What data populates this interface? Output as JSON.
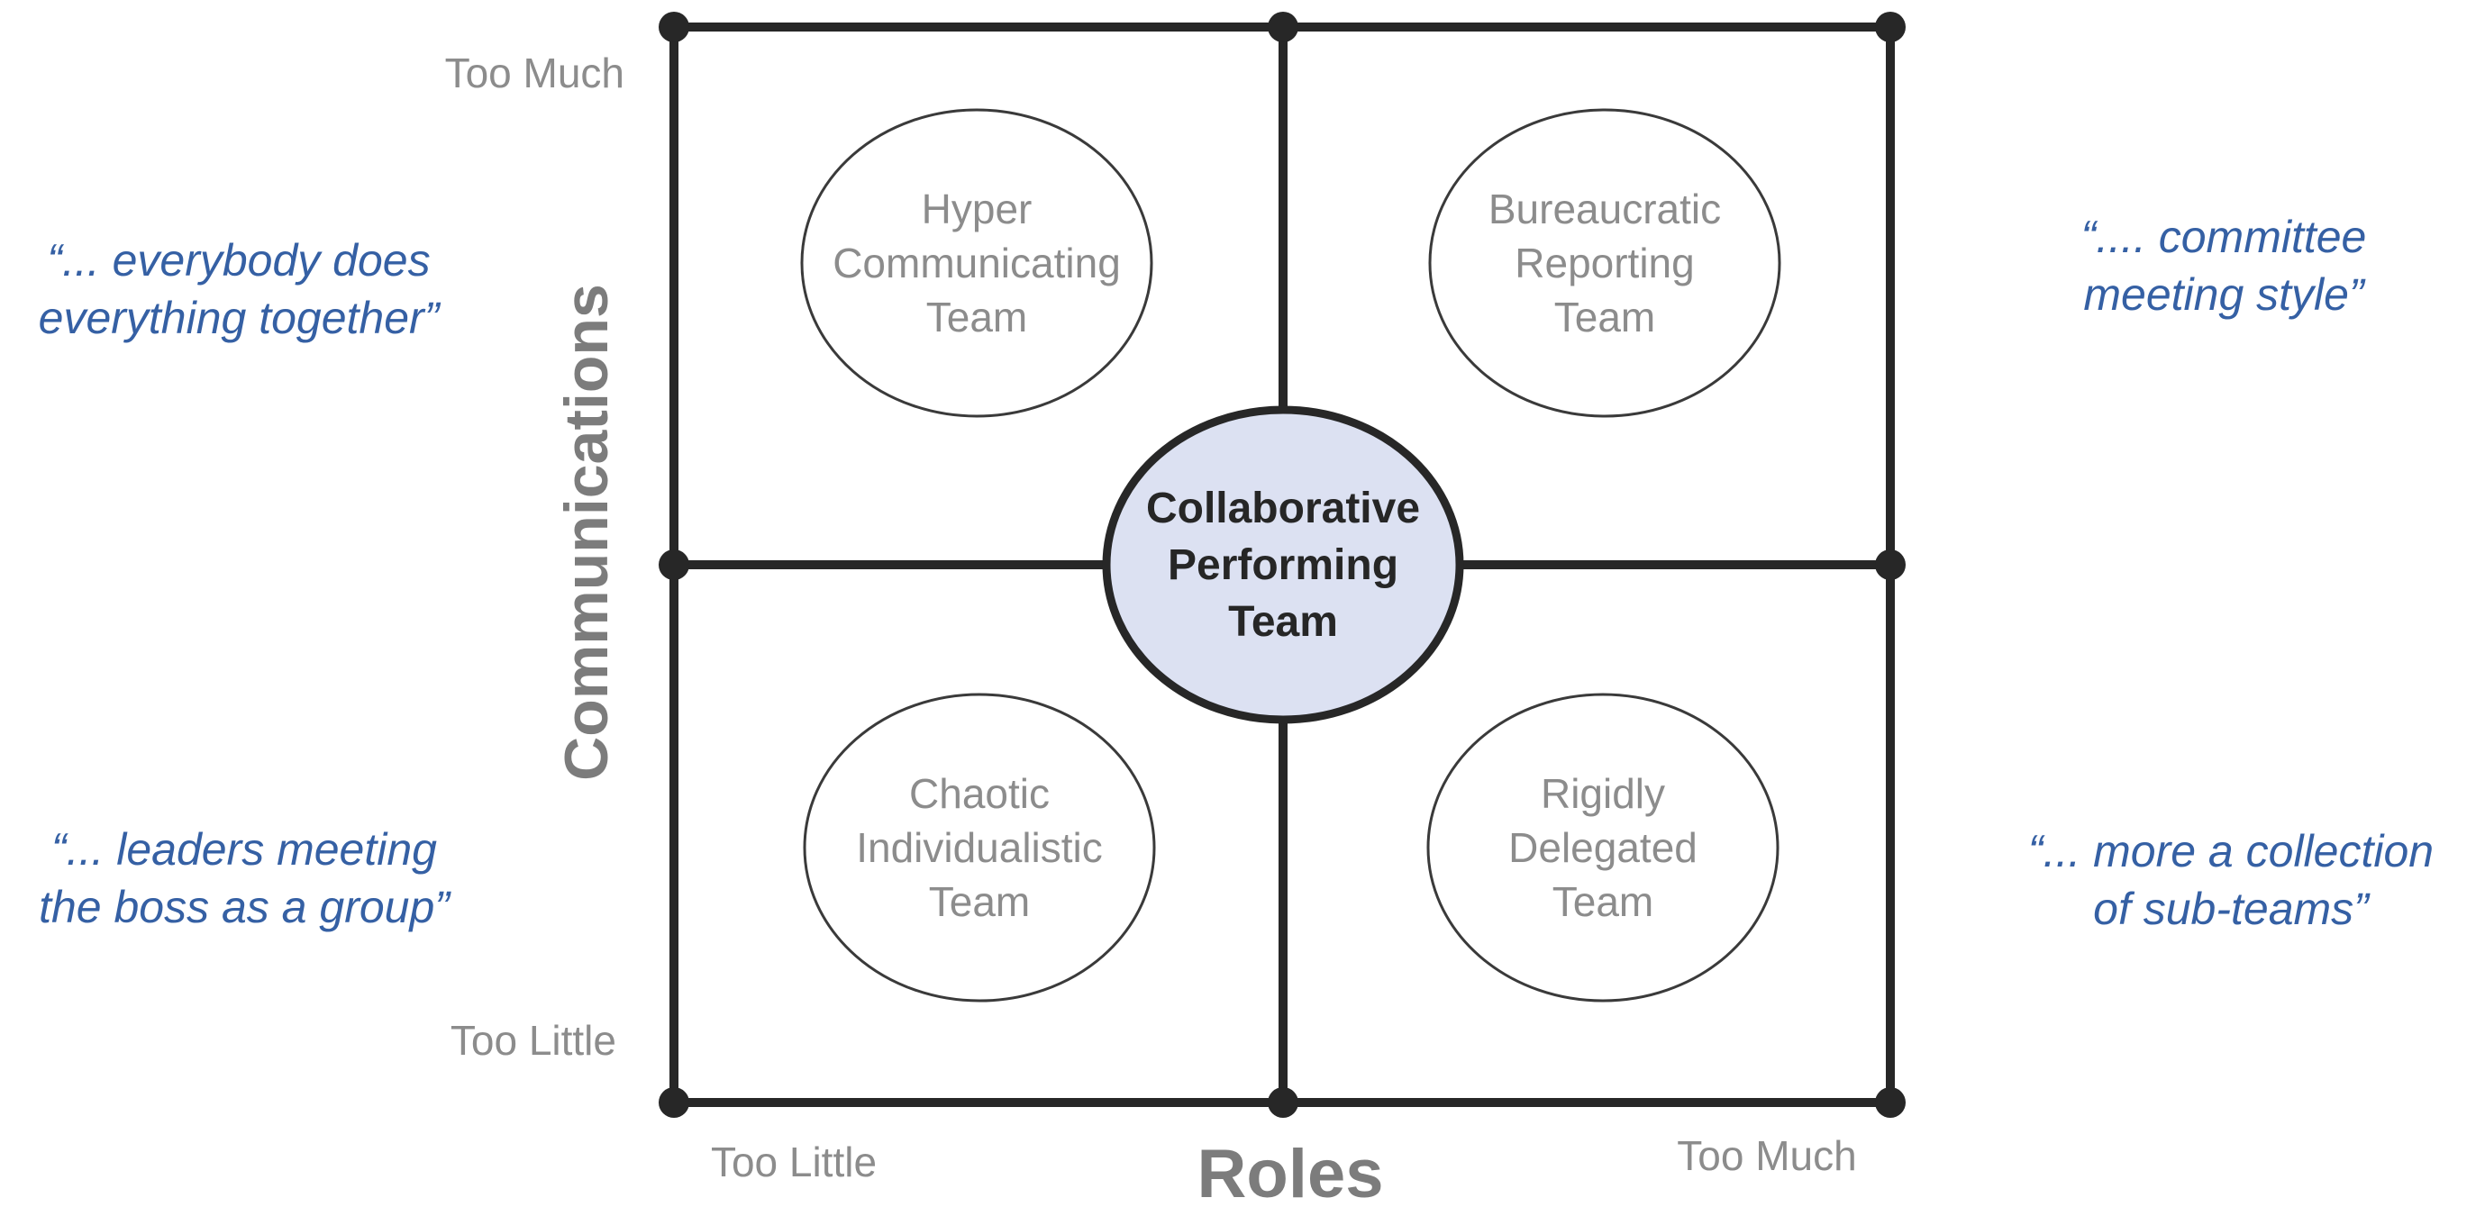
{
  "y_axis": {
    "title": "Communications",
    "top_label": "Too Much",
    "bottom_label": "Too Little"
  },
  "x_axis": {
    "title": "Roles",
    "left_label": "Too Little",
    "right_label": "Too Much"
  },
  "bubbles": {
    "top_left": {
      "lines": [
        "Hyper",
        "Communicating",
        "Team"
      ]
    },
    "top_right": {
      "lines": [
        "Bureaucratic",
        "Reporting",
        "Team"
      ]
    },
    "bottom_left": {
      "lines": [
        "Chaotic",
        "Individualistic",
        "Team"
      ]
    },
    "bottom_right": {
      "lines": [
        "Rigidly",
        "Delegated",
        "Team"
      ]
    }
  },
  "center": {
    "lines": [
      "Collaborative",
      "Performing",
      "Team"
    ]
  },
  "quotes": {
    "top_left": {
      "lines": [
        "“... everybody does",
        "everything together”"
      ]
    },
    "top_right": {
      "lines": [
        "“.... committee",
        "meeting style”"
      ]
    },
    "bottom_left": {
      "lines": [
        "“... leaders meeting",
        "the boss as a group”"
      ]
    },
    "bottom_right": {
      "lines": [
        "“... more a collection",
        "of sub-teams”"
      ]
    }
  },
  "colors": {
    "line_dark": "#272727",
    "bubble_stroke": "#3a3a3a",
    "gray_text": "#8c8c8c",
    "axis_title_gray": "#7c7c7c",
    "quote_blue": "#3560a4",
    "center_fill": "#dce1f2",
    "center_text": "#262626"
  }
}
